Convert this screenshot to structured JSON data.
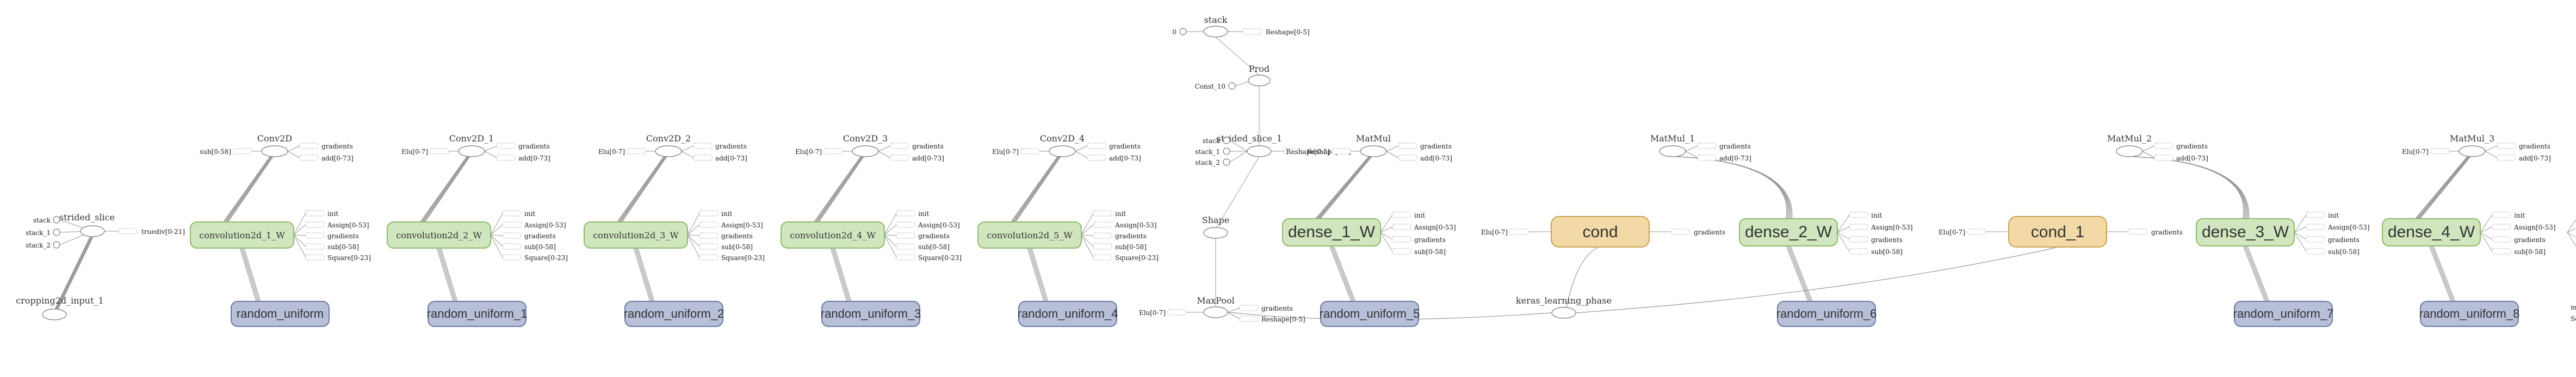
{
  "colors": {
    "variable_fill": "#d1e6bf",
    "variable_stroke": "#8fba6a",
    "uniform_fill": "#b7bfd9",
    "uniform_stroke": "#6e7aa3",
    "cond_fill": "#f2d9a6",
    "cond_stroke": "#c9a24f",
    "edge": "#999999",
    "op_stroke": "#777777"
  },
  "input_block": {
    "strided_slice": "strided_slice",
    "stacks": [
      "stack",
      "stack_1",
      "stack_2"
    ],
    "truediv": "truediv[0-21]",
    "cropping": "cropping2d_input_1"
  },
  "conv_blocks": [
    {
      "op": "Conv2D",
      "in": "sub[0-58]",
      "w": "convolution2d_1_W",
      "u": "random_uniform"
    },
    {
      "op": "Conv2D_1",
      "in": "Elu[0-7]",
      "w": "convolution2d_2_W",
      "u": "random_uniform_1"
    },
    {
      "op": "Conv2D_2",
      "in": "Elu[0-7]",
      "w": "convolution2d_3_W",
      "u": "random_uniform_2"
    },
    {
      "op": "Conv2D_3",
      "in": "Elu[0-7]",
      "w": "convolution2d_4_W",
      "u": "random_uniform_3"
    },
    {
      "op": "Conv2D_4",
      "in": "Elu[0-7]",
      "w": "convolution2d_5_W",
      "u": "random_uniform_4"
    }
  ],
  "op_outputs": [
    "gradients",
    "add[0-73]"
  ],
  "var_outputs": [
    "init",
    "Assign[0-53]",
    "gradients",
    "sub[0-58]",
    "Square[0-23]"
  ],
  "center_block": {
    "stack": "stack",
    "zero": "0",
    "reshape": "Reshape[0-5]",
    "prod": "Prod",
    "const": "Const_10",
    "strided_slice": "strided_slice_1",
    "stacks": [
      "stack",
      "stack_1",
      "stack_2"
    ],
    "shape": "Shape",
    "maxpool": "MaxPool",
    "elu": "Elu[0-7]",
    "gradients": "gradients"
  },
  "dense_blocks": [
    {
      "op": "MatMul",
      "in": "Reshape[0-5]",
      "w": "dense_1_W",
      "u": "random_uniform_5"
    },
    {
      "op": "MatMul_1",
      "w": "dense_2_W",
      "u": "random_uniform_6"
    },
    {
      "op": "MatMul_2",
      "w": "dense_3_W",
      "u": "random_uniform_7"
    },
    {
      "op": "MatMul_3",
      "in": "Elu[0-7]",
      "w": "dense_4_W",
      "u": "random_uniform_8"
    }
  ],
  "dense_var_outputs": [
    "init",
    "Assign[0-53]",
    "gradients",
    "sub[0-58]"
  ],
  "conds": [
    {
      "label": "cond",
      "in": "Elu[0-7]",
      "out": "gradients"
    },
    {
      "label": "cond_1",
      "in": "Elu[0-7]",
      "out": "gradients"
    }
  ],
  "learning_phase": "keras_learning_phase",
  "right_edge": {
    "frag_1": "ini",
    "frag_2": "Assign[0-53]",
    "frag_3": "gradients",
    "frag_4": "sub[0-58]",
    "frag_5": "m",
    "frag_6": "Sq"
  }
}
